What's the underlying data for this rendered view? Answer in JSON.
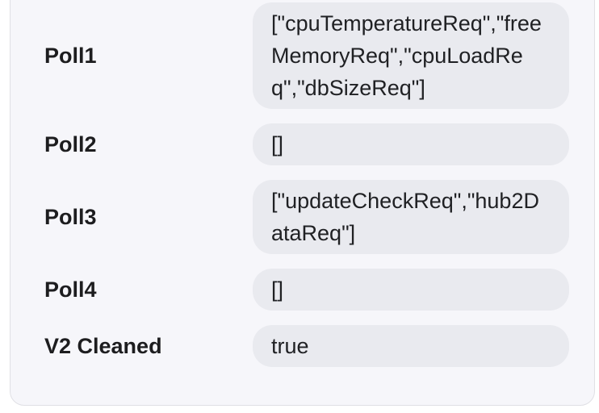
{
  "panel": {
    "rows": [
      {
        "label": "Poll1",
        "value": "[\"cpuTemperatureReq\",\"freeMemoryReq\",\"cpuLoadReq\",\"dbSizeReq\"]"
      },
      {
        "label": "Poll2",
        "value": "[]"
      },
      {
        "label": "Poll3",
        "value": "[\"updateCheckReq\",\"hub2DataReq\"]"
      },
      {
        "label": "Poll4",
        "value": "[]"
      },
      {
        "label": "V2 Cleaned",
        "value": "true"
      }
    ],
    "colors": {
      "page_background": "#ffffff",
      "card_background": "#f6f6fa",
      "card_border": "#e0e0e5",
      "chip_background": "#e9eaef",
      "text": "#202124",
      "label_text": "#1d1d1f"
    }
  }
}
